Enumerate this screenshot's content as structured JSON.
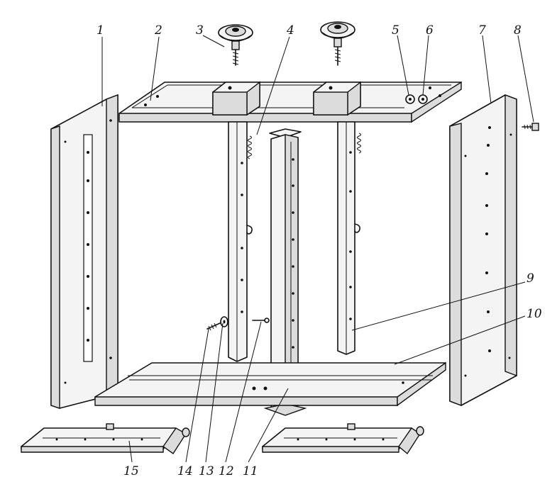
{
  "figure": {
    "callouts": [
      {
        "id": "callout-1",
        "label": "1"
      },
      {
        "id": "callout-2",
        "label": "2"
      },
      {
        "id": "callout-3",
        "label": "3"
      },
      {
        "id": "callout-4",
        "label": "4"
      },
      {
        "id": "callout-5",
        "label": "5"
      },
      {
        "id": "callout-6",
        "label": "6"
      },
      {
        "id": "callout-7",
        "label": "7"
      },
      {
        "id": "callout-8",
        "label": "8"
      },
      {
        "id": "callout-9",
        "label": "9"
      },
      {
        "id": "callout-10",
        "label": "10"
      },
      {
        "id": "callout-11",
        "label": "11"
      },
      {
        "id": "callout-12",
        "label": "12"
      },
      {
        "id": "callout-13",
        "label": "13"
      },
      {
        "id": "callout-14",
        "label": "14"
      },
      {
        "id": "callout-15",
        "label": "15"
      }
    ]
  }
}
